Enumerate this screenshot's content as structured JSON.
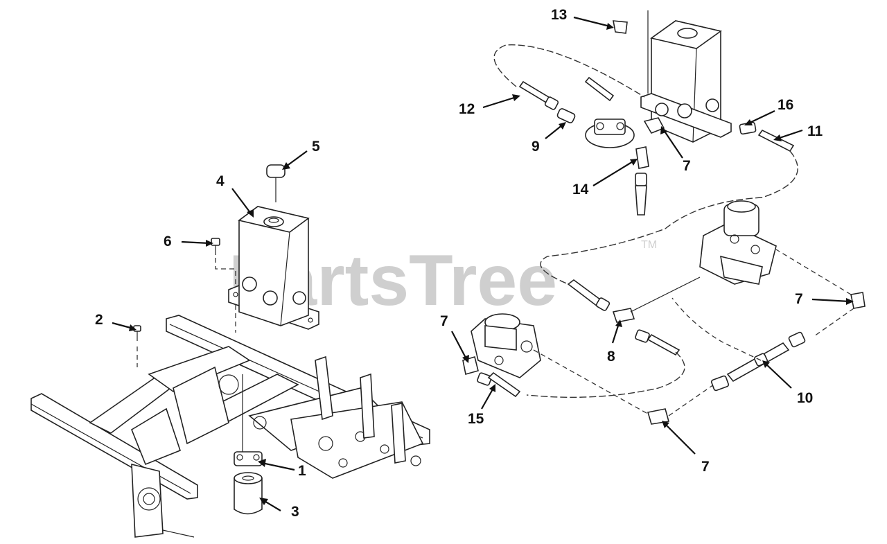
{
  "watermark": {
    "text": "PartsTree",
    "trademark": "TM"
  },
  "callouts": [
    {
      "id": "c1",
      "label": "1"
    },
    {
      "id": "c2",
      "label": "2"
    },
    {
      "id": "c3",
      "label": "3"
    },
    {
      "id": "c4",
      "label": "4"
    },
    {
      "id": "c5",
      "label": "5"
    },
    {
      "id": "c6",
      "label": "6"
    },
    {
      "id": "c7a",
      "label": "7"
    },
    {
      "id": "c7b",
      "label": "7"
    },
    {
      "id": "c7c",
      "label": "7"
    },
    {
      "id": "c7d",
      "label": "7"
    },
    {
      "id": "c8",
      "label": "8"
    },
    {
      "id": "c9",
      "label": "9"
    },
    {
      "id": "c10",
      "label": "10"
    },
    {
      "id": "c11",
      "label": "11"
    },
    {
      "id": "c12",
      "label": "12"
    },
    {
      "id": "c13",
      "label": "13"
    },
    {
      "id": "c14",
      "label": "14"
    },
    {
      "id": "c15",
      "label": "15"
    },
    {
      "id": "c16",
      "label": "16"
    }
  ]
}
